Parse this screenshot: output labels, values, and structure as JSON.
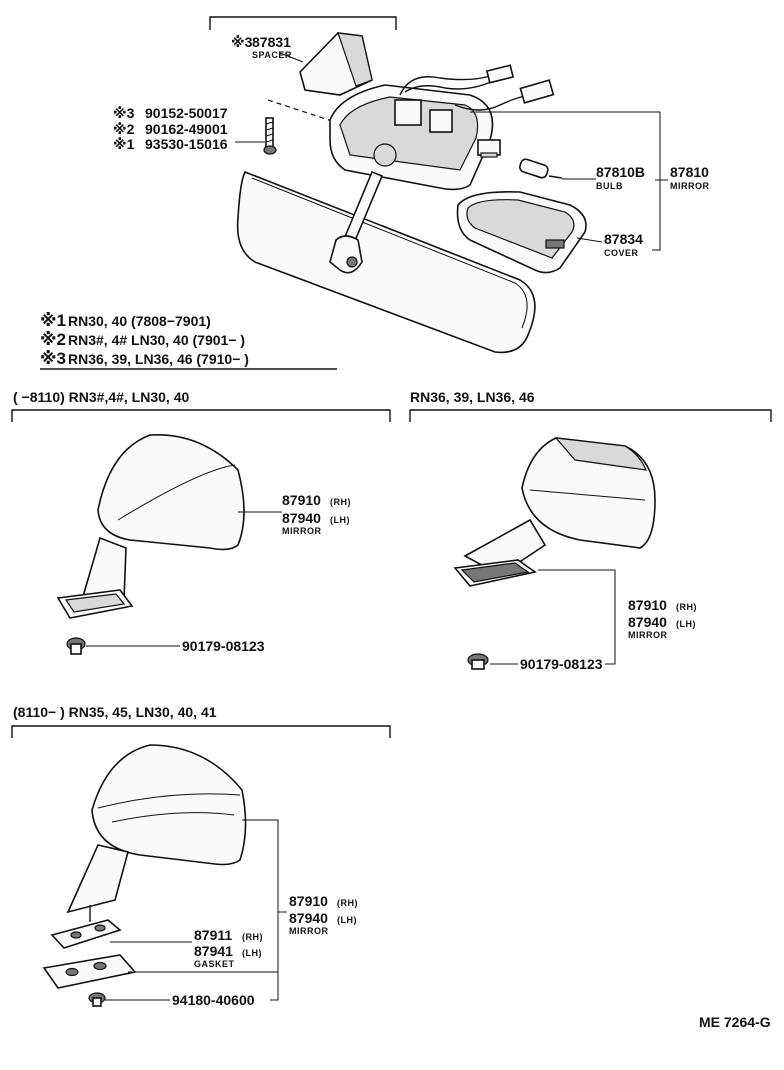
{
  "top": {
    "spacer": {
      "mark": "※3",
      "part_no": "87831",
      "label": "SPACER"
    },
    "screws": [
      {
        "mark": "※3",
        "part_no": "90152-50017"
      },
      {
        "mark": "※2",
        "part_no": "90162-49001"
      },
      {
        "mark": "※1",
        "part_no": "93530-15016"
      }
    ],
    "bulb": {
      "part_no": "87810B",
      "label": "BULB"
    },
    "mirror": {
      "part_no": "87810",
      "label": "MIRROR"
    },
    "cover": {
      "part_no": "87834",
      "label": "COVER"
    }
  },
  "notes": [
    {
      "mark": "※1",
      "text": "RN30, 40 (7808−7901)"
    },
    {
      "mark": "※2",
      "text": "RN3#, 4# LN30, 40 (7901−        )"
    },
    {
      "mark": "※3",
      "text": "RN36, 39, LN36, 46 (7910−        )"
    }
  ],
  "sections": [
    {
      "title": "(        −8110) RN3#,4#, LN30, 40",
      "mirror_rh": "87910",
      "mirror_lh": "87940",
      "rh": "(RH)",
      "lh": "(LH)",
      "label": "MIRROR",
      "screw": "90179-08123"
    },
    {
      "title": "RN36, 39, LN36, 46",
      "mirror_rh": "87910",
      "mirror_lh": "87940",
      "rh": "(RH)",
      "lh": "(LH)",
      "label": "MIRROR",
      "screw": "90179-08123"
    },
    {
      "title": "(8110−        ) RN35, 45, LN30, 40, 41",
      "mirror_rh": "87910",
      "mirror_lh": "87940",
      "rh": "(RH)",
      "lh": "(LH)",
      "label": "MIRROR",
      "gasket_rh": "87911",
      "gasket_lh": "87941",
      "gasket_label": "GASKET",
      "screw": "94180-40600"
    }
  ],
  "diagram_code": "ME 7264-G"
}
